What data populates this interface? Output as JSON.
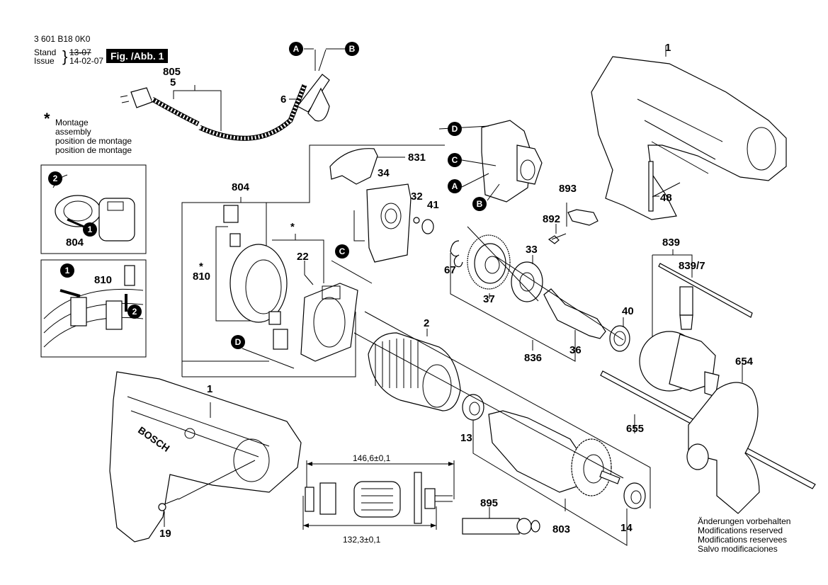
{
  "header": {
    "part_number": "3 601 B18 0K0",
    "stand_label": "Stand",
    "issue_label": "Issue",
    "stand_date_struck": "13-07",
    "issue_date": "14-02-07",
    "figure_label": "Fig. /Abb. 1"
  },
  "assembly_note": {
    "symbol": "*",
    "lines": [
      "Montage",
      "assembly",
      "position de montage",
      "position de montage"
    ]
  },
  "footer_note": {
    "lines": [
      "Änderungen vorbehalten",
      "Modifications reserved",
      "Modifications reservees",
      "Salvo modificaciones"
    ]
  },
  "connector_badges": [
    "A",
    "B",
    "C",
    "D"
  ],
  "step_badges": [
    "1",
    "2"
  ],
  "part_labels": {
    "p1_top": "1",
    "p1_bottom": "1",
    "p2": "2",
    "p5": "5",
    "p6": "6",
    "p13": "13",
    "p14": "14",
    "p19": "19",
    "p22": "22",
    "p32": "32",
    "p33": "33",
    "p34": "34",
    "p36": "36",
    "p37": "37",
    "p40": "40",
    "p41": "41",
    "p48": "48",
    "p67": "67",
    "p654": "654",
    "p655": "655",
    "p803": "803",
    "p804": "804",
    "p804_inset": "804",
    "p805": "805",
    "p810": "810",
    "p810_inset": "810",
    "p831": "831",
    "p836": "836",
    "p839": "839",
    "p839_7": "839/7",
    "p892": "892",
    "p893": "893",
    "p895": "895"
  },
  "dimensions": {
    "overall_length": "146,6±0,1",
    "body_length": "132,3±0,1"
  },
  "brand_on_housing": "BOSCH"
}
